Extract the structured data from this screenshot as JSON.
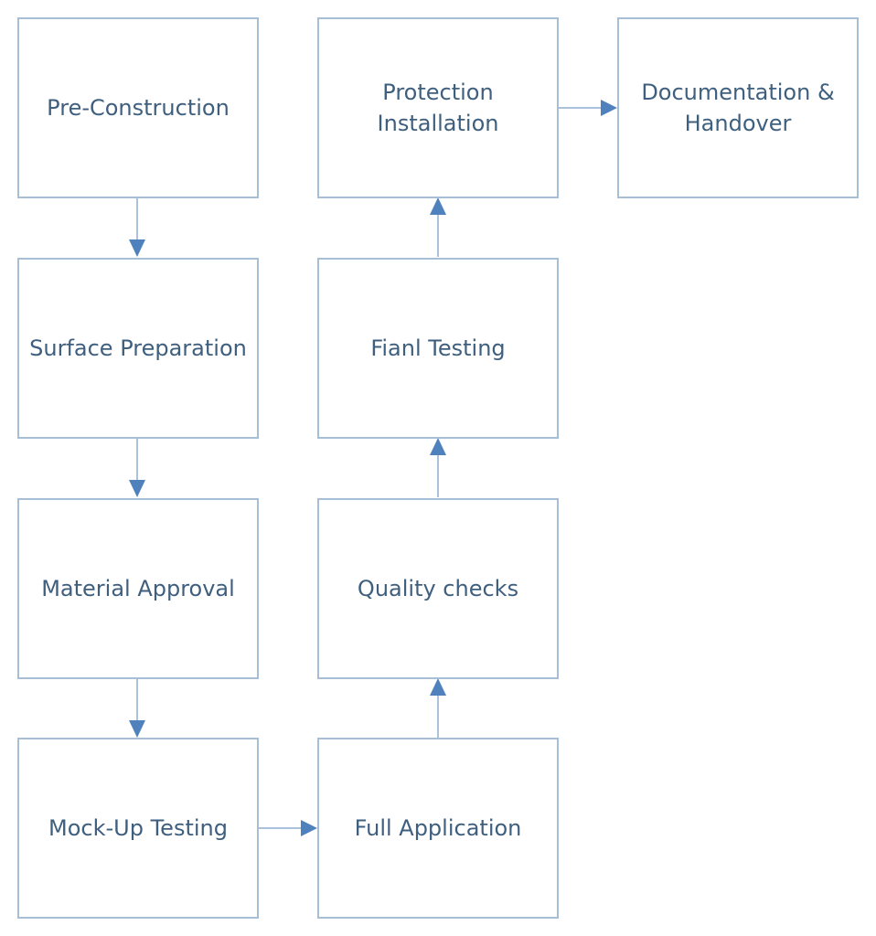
{
  "steps": {
    "pre_construction": "Pre-Construction",
    "surface_preparation": "Surface Preparation",
    "material_approval": "Material Approval",
    "mock_up_testing": "Mock-Up Testing",
    "full_application": "Full Application",
    "quality_checks": "Quality checks",
    "final_testing": "Fianl Testing",
    "protection_installation": "Protection\nInstallation",
    "documentation_handover": "Documentation &\nHandover"
  },
  "colors": {
    "box_border": "#a6bfd6",
    "text": "#3f5f7f",
    "arrow": "#4f81bd",
    "connector": "#8eaed0"
  }
}
